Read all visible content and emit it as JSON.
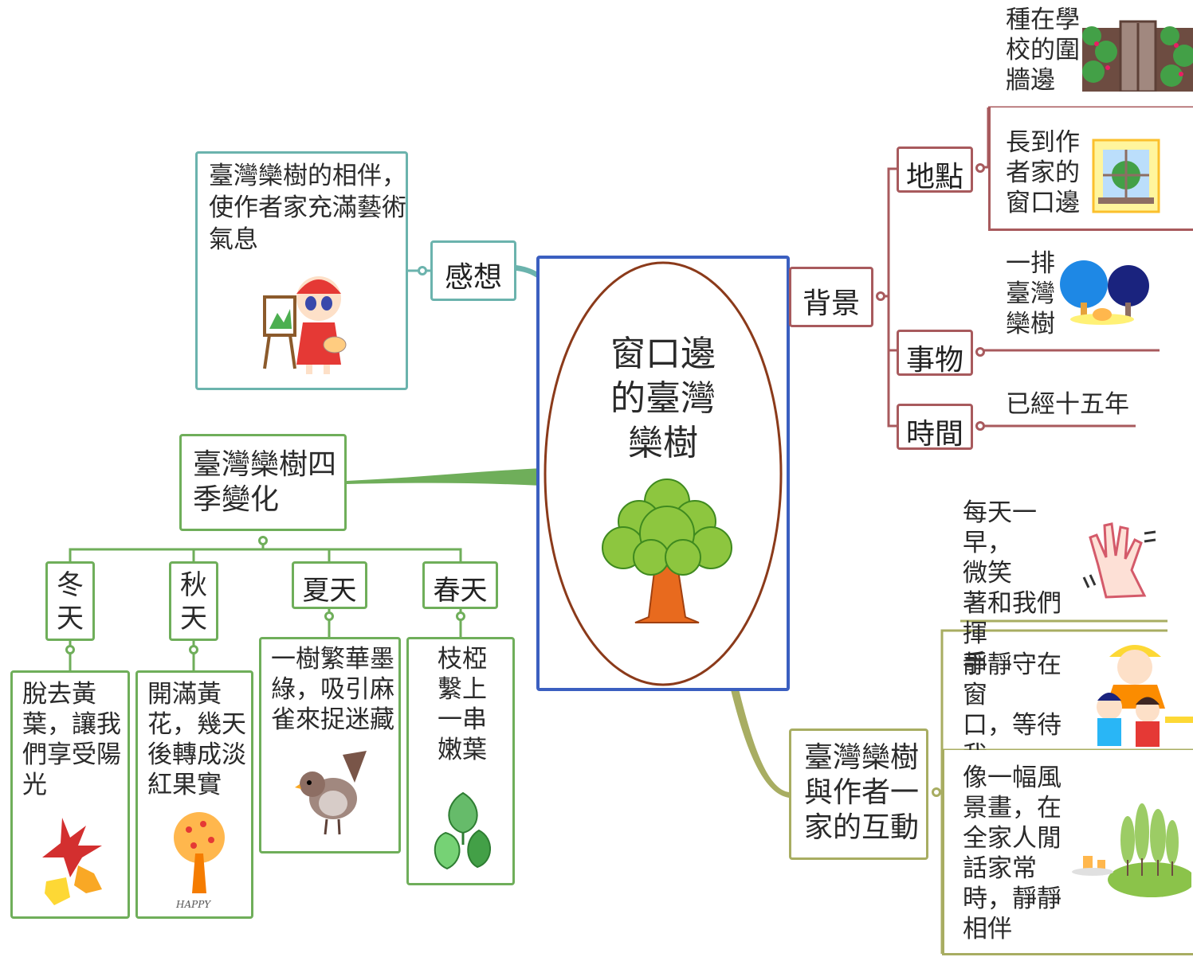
{
  "center": {
    "title": "窗口邊\n的臺灣\n欒樹",
    "icon": "tree-icon"
  },
  "feelings": {
    "label": "感想",
    "text": "臺灣欒樹的相伴，\n使作者家充滿藝術\n氣息",
    "icon": "painter-girl-icon"
  },
  "background": {
    "label": "背景",
    "place": {
      "label": "地點",
      "items": [
        {
          "text": "種在學\n校的圍\n牆邊",
          "icon": "school-gate-icon"
        },
        {
          "text": "長到作\n者家的\n窗口邊",
          "icon": "window-icon"
        }
      ]
    },
    "thing": {
      "label": "事物",
      "text": "一排\n臺灣\n欒樹",
      "icon": "trees-icon"
    },
    "time": {
      "label": "時間",
      "text": "已經十五年"
    }
  },
  "seasons": {
    "label": "臺灣欒樹四\n季變化",
    "items": [
      {
        "label": "冬\n天",
        "text": "脫去黃\n葉，讓我\n們享受陽\n光",
        "icon": "falling-leaves-icon"
      },
      {
        "label": "秋\n天",
        "text": "開滿黃\n花，幾天\n後轉成淡\n紅果實",
        "icon": "fruit-tree-icon",
        "caption": "HAPPY"
      },
      {
        "label": "夏天",
        "text": "一樹繁華墨\n綠，吸引麻\n雀來捉迷藏",
        "icon": "sparrow-icon"
      },
      {
        "label": "春天",
        "text": "枝椏\n繫上\n一串\n嫩葉",
        "icon": "leaves-icon"
      }
    ]
  },
  "interaction": {
    "label": "臺灣欒樹\n與作者一\n家的互動",
    "items": [
      {
        "text": "每天一早，\n微笑\n著和我們揮\n手",
        "icon": "waving-hand-icon"
      },
      {
        "text": "靜靜守在窗\n口，等待我\n們放學回家",
        "icon": "family-icon"
      },
      {
        "text": "像一幅風\n景畫，在\n全家人閒\n話家常\n時，靜靜\n相伴",
        "icon": "landscape-icon"
      }
    ]
  },
  "colors": {
    "feelings": "#6bb3ad",
    "background": "#a85a5d",
    "seasons": "#6fae5a",
    "interaction": "#a8ad62",
    "center": "#3b5fc0"
  }
}
